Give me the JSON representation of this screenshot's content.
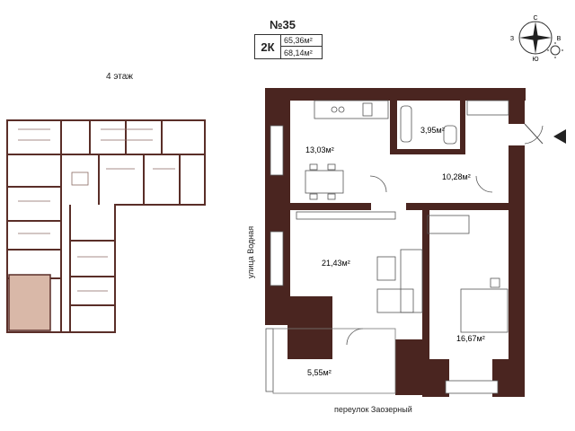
{
  "apartment": {
    "number": "№35",
    "rooms": "2К",
    "area_living": "65,36м²",
    "area_total": "68,14м²"
  },
  "floor_plan": {
    "floor_label": "4 этаж"
  },
  "compass": {
    "north": "С",
    "south": "Ю",
    "west": "З",
    "east": "В"
  },
  "rooms": [
    {
      "area": "13,03м²"
    },
    {
      "area": "3,95м²"
    },
    {
      "area": "10,28м²"
    },
    {
      "area": "21,43м²"
    },
    {
      "area": "16,67м²"
    },
    {
      "area": "5,55м²"
    }
  ],
  "streets": {
    "left": "улица Водная",
    "bottom": "переулок Заозерный"
  },
  "colors": {
    "wall": "#4a2520",
    "highlight": "#d9b8a8",
    "floor_wall": "#5a2e28"
  }
}
